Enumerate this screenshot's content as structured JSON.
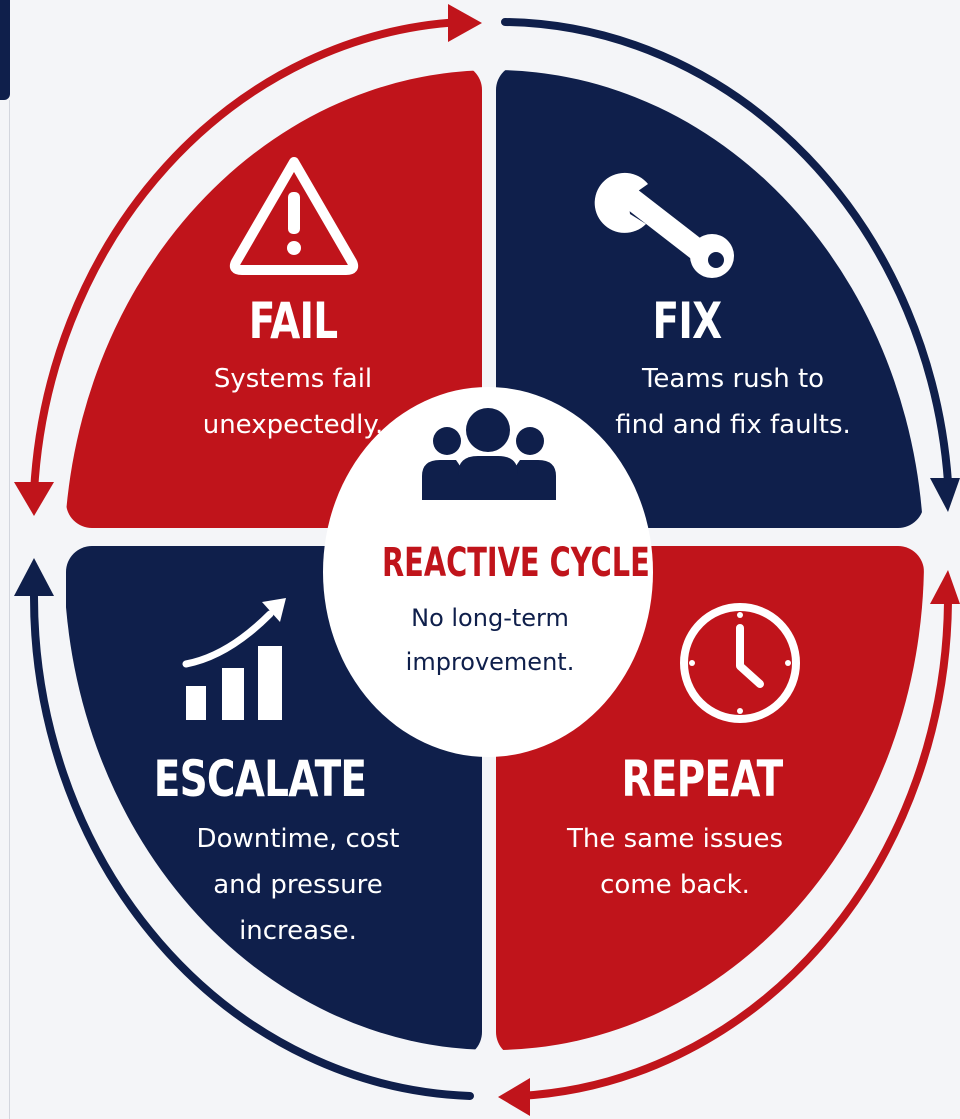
{
  "colors": {
    "red": "#c0141b",
    "navy": "#0f1f4b",
    "white": "#ffffff"
  },
  "center": {
    "title": "REACTIVE CYCLE",
    "desc_lines": [
      "No long-term",
      "improvement."
    ],
    "icon": "people-group-icon"
  },
  "quadrants": [
    {
      "key": "fail",
      "title": "FAIL",
      "desc_lines": [
        "Systems fail",
        "unexpectedly."
      ],
      "icon": "warning-triangle-icon",
      "color": "#c0141b"
    },
    {
      "key": "fix",
      "title": "FIX",
      "desc_lines": [
        "Teams rush to",
        "find and fix faults."
      ],
      "icon": "wrench-icon",
      "color": "#0f1f4b"
    },
    {
      "key": "repeat",
      "title": "REPEAT",
      "desc_lines": [
        "The same issues",
        "come back."
      ],
      "icon": "clock-icon",
      "color": "#c0141b"
    },
    {
      "key": "escalate",
      "title": "ESCALATE",
      "desc_lines": [
        "Downtime, cost",
        "and pressure",
        "increase."
      ],
      "icon": "rising-bar-chart-icon",
      "color": "#0f1f4b"
    }
  ]
}
